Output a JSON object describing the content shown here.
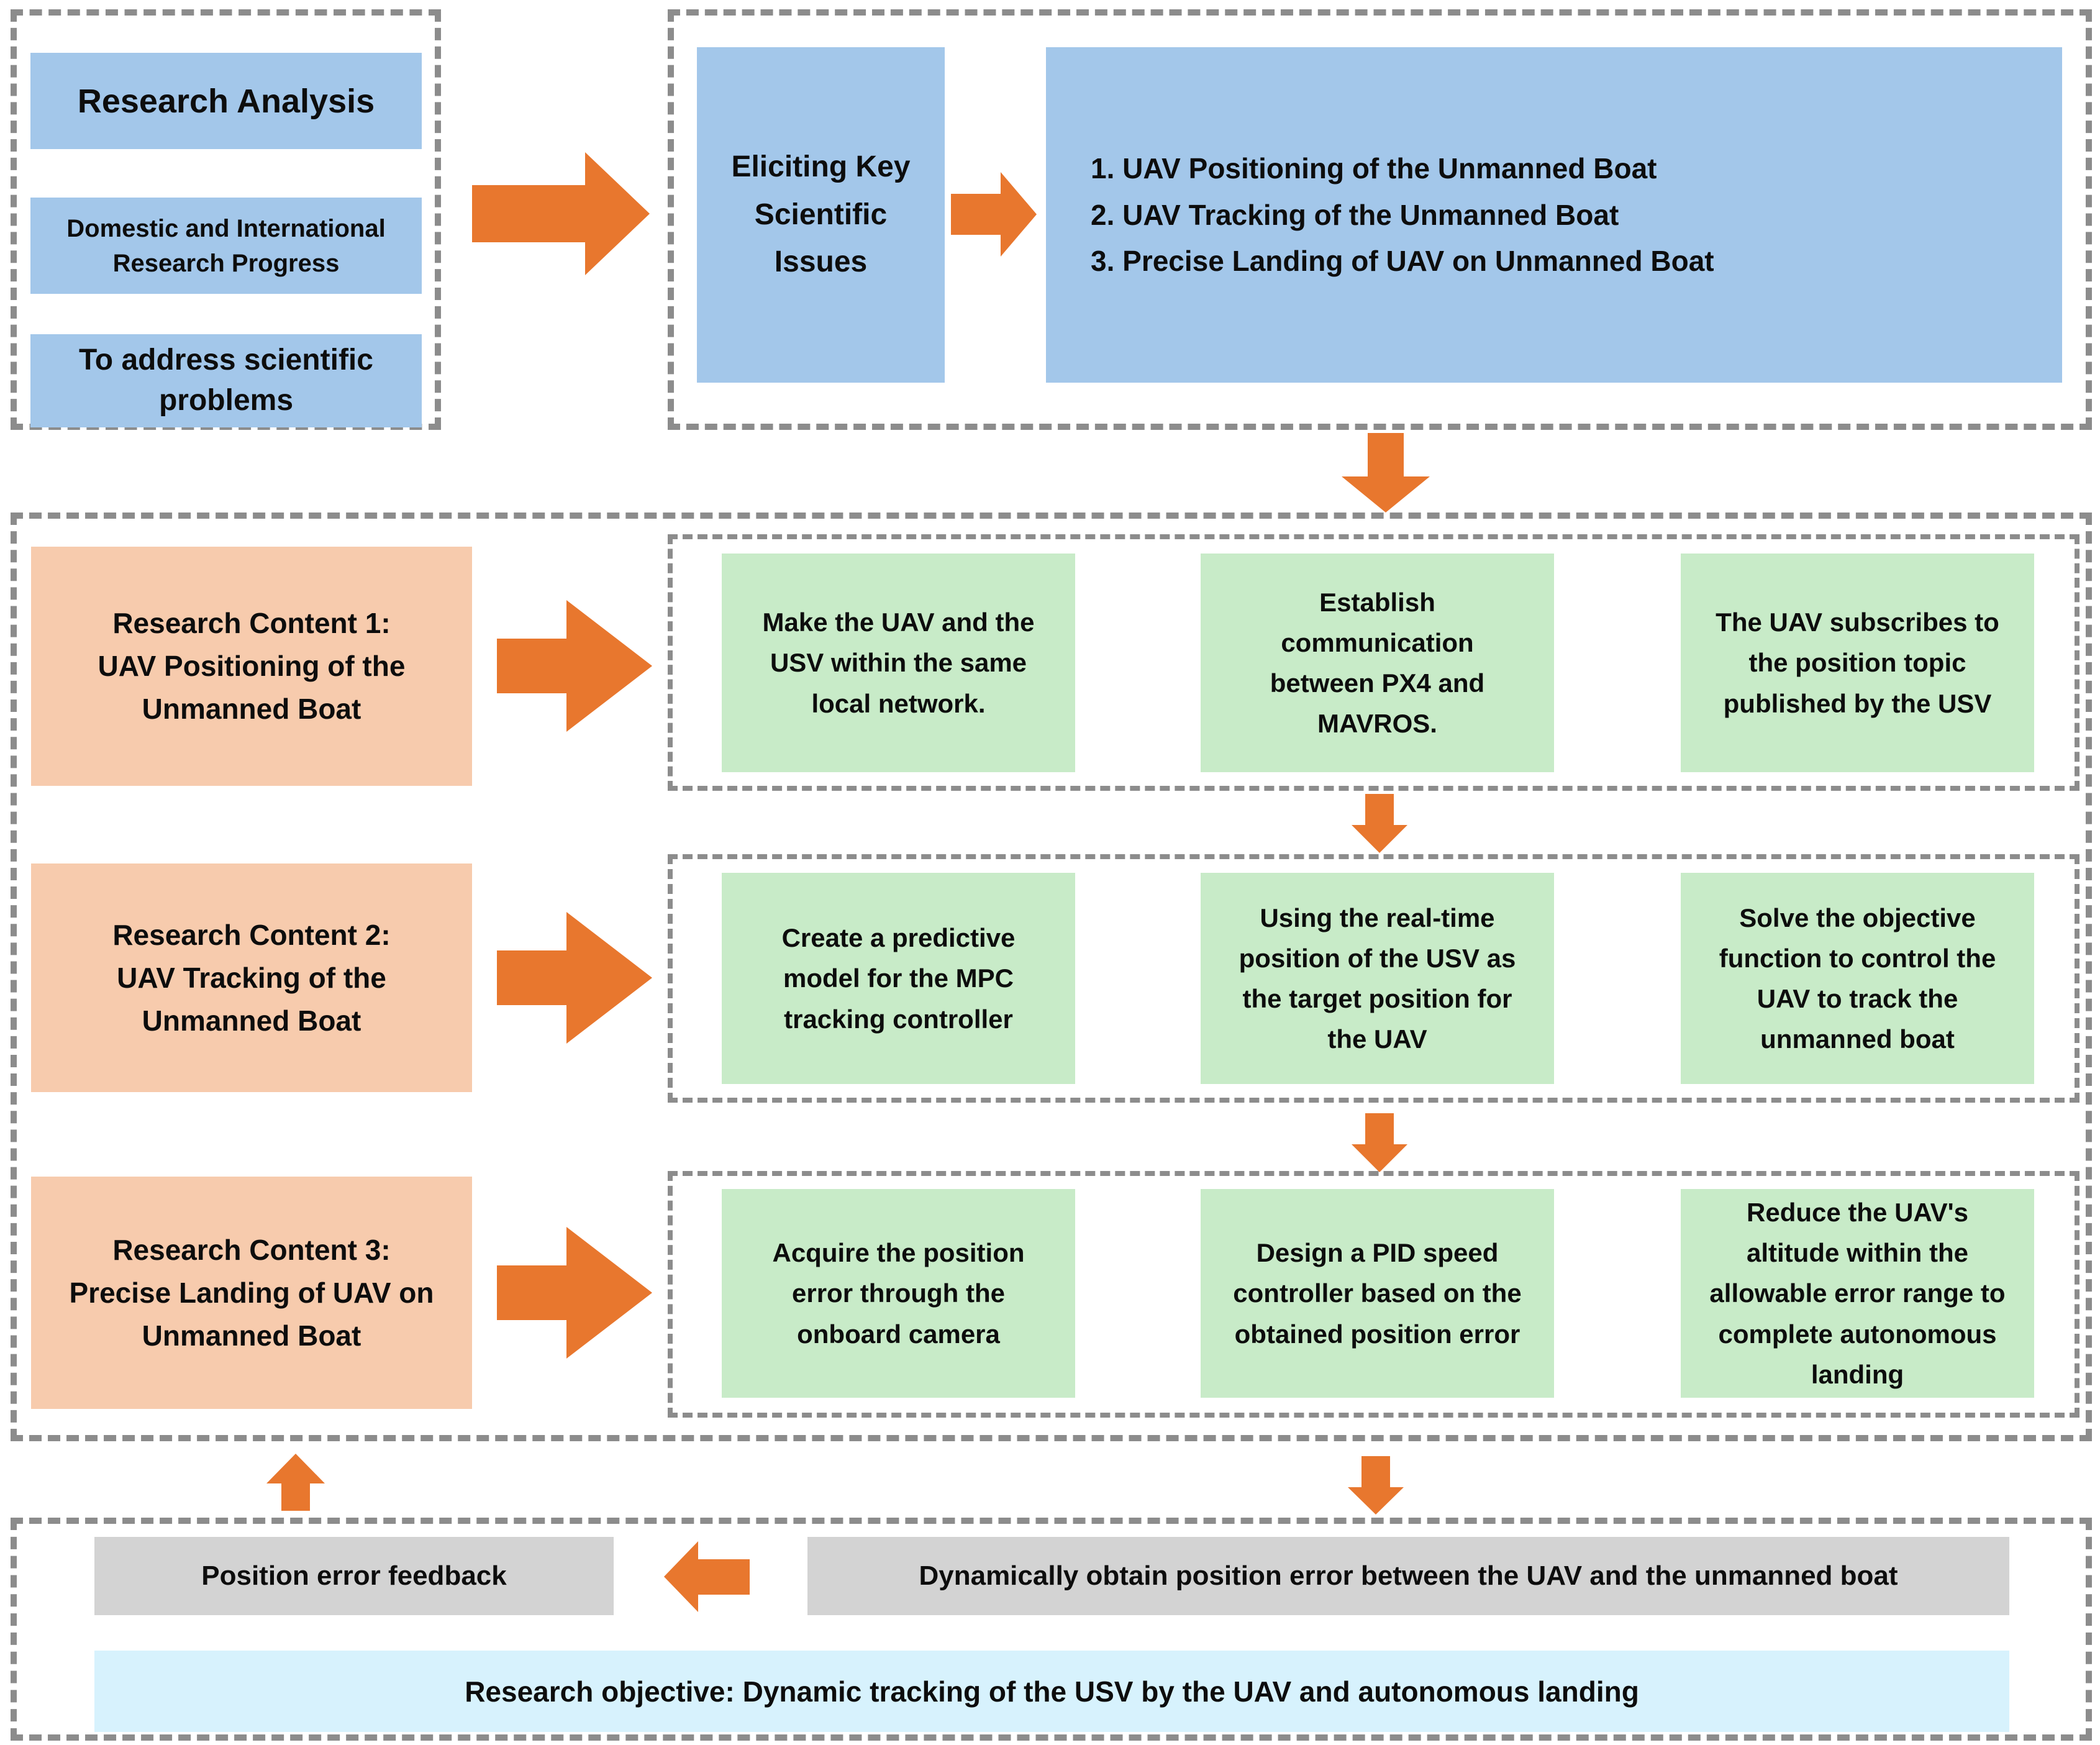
{
  "palette": {
    "box_blue": "#A3C7EA",
    "box_green": "#C8EBC8",
    "box_salmon": "#F7CBAD",
    "arrow_orange": "#E8772E",
    "box_gray": "#D3D3D3",
    "box_light_blue": "#D7F2FD",
    "dashed_border_gray": "#8C8C8C"
  },
  "analysis": {
    "title": "Research Analysis",
    "item1": "Domestic and International Research Progress",
    "item2": "To address scientific problems"
  },
  "key_issues": {
    "label": "Eliciting Key Scientific Issues",
    "items": [
      "1. UAV Positioning of the Unmanned Boat",
      "2. UAV Tracking of the Unmanned Boat",
      "3. Precise Landing of UAV on Unmanned Boat"
    ]
  },
  "research_rows": [
    {
      "title": "Research Content 1:",
      "subtitle": "UAV Positioning of the Unmanned Boat",
      "steps": [
        "Make the UAV and the USV within the same local network.",
        "Establish communication between PX4 and MAVROS.",
        "The UAV subscribes to the position topic published by the USV"
      ]
    },
    {
      "title": "Research Content 2:",
      "subtitle": "UAV Tracking of the Unmanned Boat",
      "steps": [
        "Create a predictive model for the MPC tracking controller",
        "Using the real-time position of the USV as the target position for the UAV",
        "Solve the objective function to control the UAV to track the unmanned boat"
      ]
    },
    {
      "title": "Research Content 3:",
      "subtitle": "Precise Landing of UAV on Unmanned Boat",
      "steps": [
        "Acquire the position error through the onboard camera",
        "Design a PID speed controller based on the obtained position error",
        "Reduce the UAV's altitude within the allowable error range to complete autonomous landing"
      ]
    }
  ],
  "feedback": {
    "left_label": "Position error feedback",
    "right_label": "Dynamically obtain position error between the UAV and the unmanned boat",
    "objective": "Research objective: Dynamic tracking of the USV by the UAV and autonomous landing"
  }
}
